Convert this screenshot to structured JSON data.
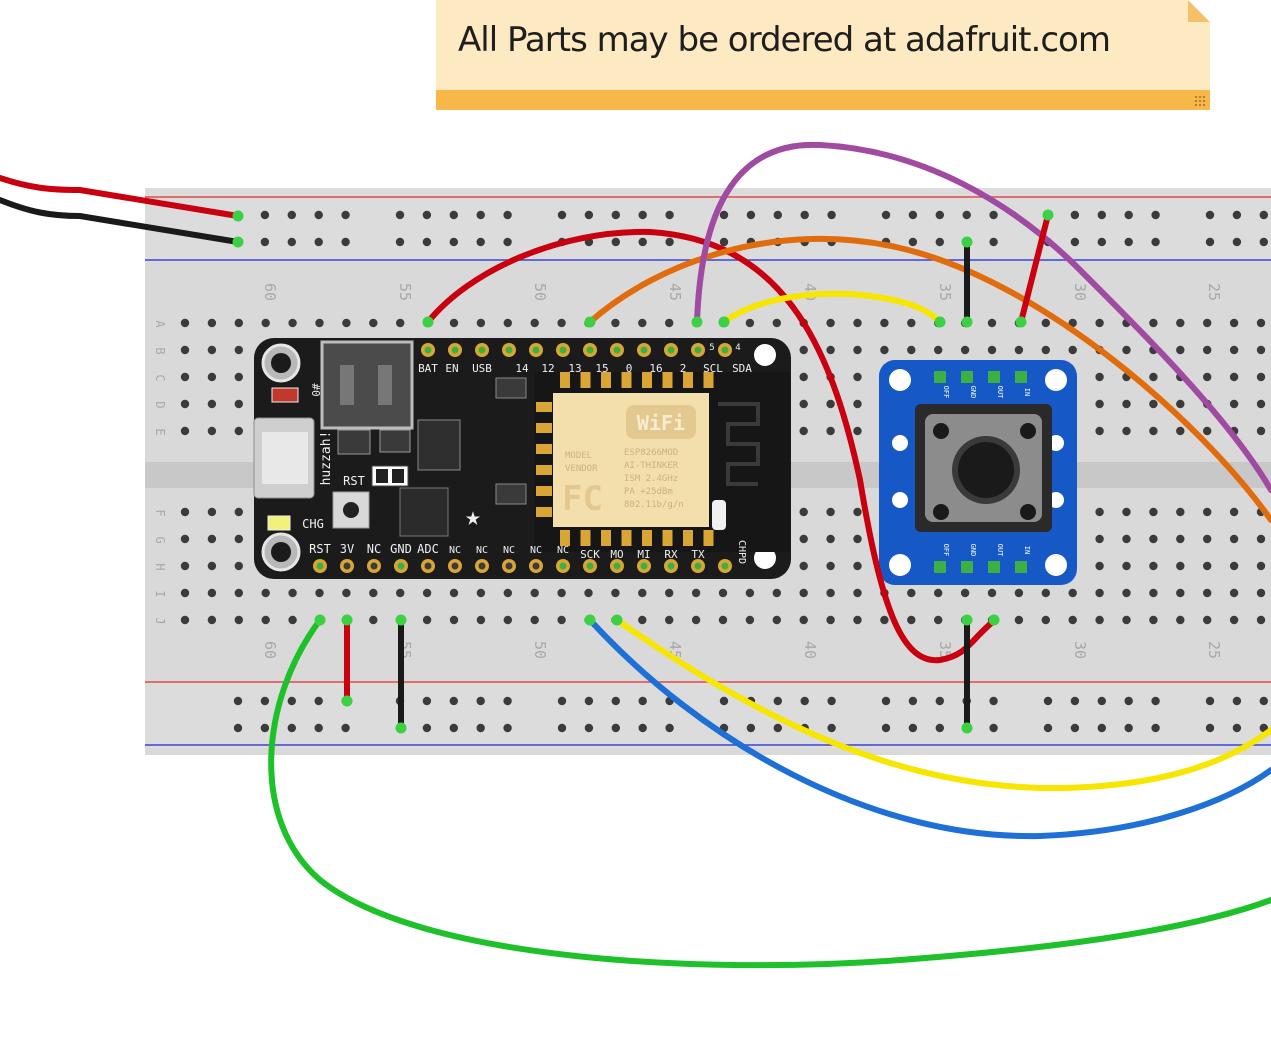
{
  "note": {
    "text": "All Parts may be ordered at adafruit.com"
  },
  "breadboard": {
    "row_letters_top": [
      "A",
      "B",
      "C",
      "D",
      "E"
    ],
    "row_letters_bottom": [
      "F",
      "G",
      "H",
      "I",
      "J"
    ],
    "column_numbers_top": [
      "60",
      "55",
      "50",
      "45",
      "40",
      "35",
      "30",
      "25"
    ],
    "column_numbers_bottom": [
      "60",
      "55",
      "50",
      "45",
      "40",
      "35",
      "30",
      "25"
    ]
  },
  "feather": {
    "top_labels": [
      "BAT",
      "EN",
      "USB",
      "14",
      "12",
      "13",
      "15",
      "0",
      "16",
      "2",
      "SCL",
      "SDA"
    ],
    "top_small_numbers": [
      "5",
      "4"
    ],
    "bottom_labels": [
      "RST",
      "3V",
      "NC",
      "GND",
      "ADC",
      "NC",
      "NC",
      "NC",
      "NC",
      "NC",
      "SCK",
      "MO",
      "MI",
      "RX",
      "TX",
      "CHPD"
    ],
    "side_labels": {
      "huzzah": "huzzah!",
      "rst": "RST",
      "chg": "CHG",
      "led0": "#0"
    },
    "module_text": [
      "ESP8266MOD",
      "AI-THINKER",
      "ISM 2.4GHz",
      "PA +25dBm",
      "802.11b/g/n"
    ],
    "module_left_text": [
      "MODEL",
      "VENDOR"
    ],
    "wifi_badge": "WiFi",
    "fc_mark": "FC"
  },
  "button_board": {
    "top_pins": [
      "OFF",
      "GND",
      "OUT",
      "IN"
    ],
    "bottom_pins": [
      "OFF",
      "GND",
      "OUT",
      "IN"
    ]
  },
  "wires": {
    "colors": {
      "red": "#c8000f",
      "black": "#1a1a1a",
      "yellow": "#f6e600",
      "orange": "#e16c0e",
      "purple": "#a04aa2",
      "blue": "#1e6fd6",
      "green": "#1fc12a"
    }
  }
}
